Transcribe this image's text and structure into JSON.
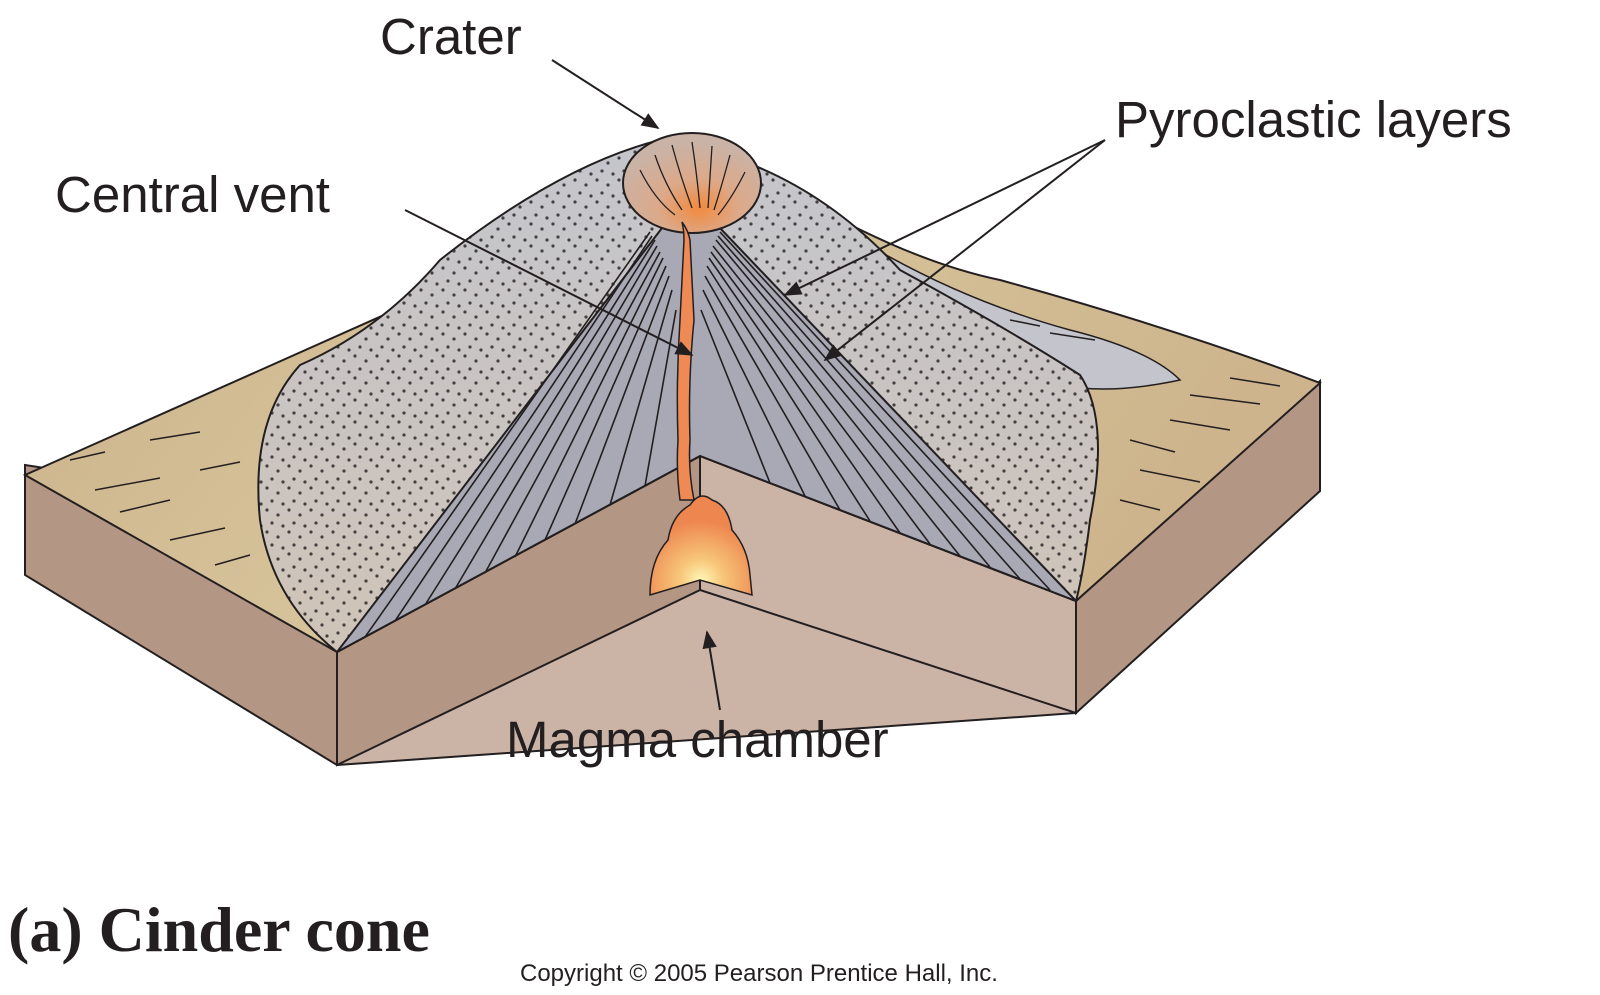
{
  "labels": {
    "crater": "Crater",
    "pyroclastic_layers": "Pyroclastic layers",
    "central_vent": "Central vent",
    "magma_chamber": "Magma chamber"
  },
  "caption": "(a) Cinder cone",
  "copyright": "Copyright © 2005 Pearson Prentice Hall, Inc.",
  "colors": {
    "ground_top": "#cdb48c",
    "block_side_dark": "#b39683",
    "block_side_light": "#cbb3a6",
    "cone_ash": "#c6c6cc",
    "cone_layers": "#a8a9b4",
    "magma": "#ef8a55",
    "magma_glow": "#fff5b0",
    "outline": "#231f20"
  }
}
